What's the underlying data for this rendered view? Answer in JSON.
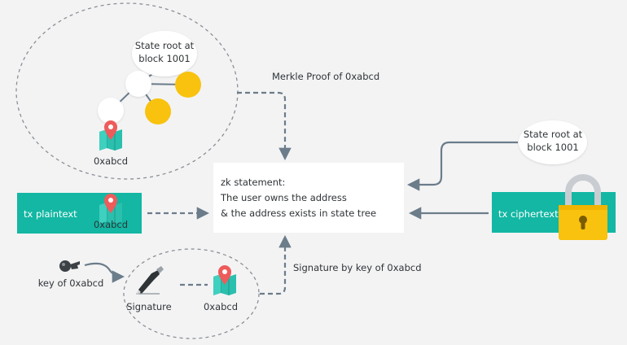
{
  "state_tree": {
    "root_label_line1": "State root at",
    "root_label_line2": "block 1001",
    "leaf_label": "0xabcd"
  },
  "merkle_proof_label": "Merkle Proof of 0xabcd",
  "statement": {
    "line1": "zk statement:",
    "line2": "The user owns the address",
    "line3": "& the address exists in state tree"
  },
  "tx_plaintext": {
    "label": "tx plaintext",
    "address": "0xabcd"
  },
  "tx_ciphertext": {
    "label": "tx ciphertext"
  },
  "state_root_right": {
    "line1": "State root at",
    "line2": "block 1001"
  },
  "key": {
    "label": "key of 0xabcd"
  },
  "signature_group": {
    "signature_label": "Signature",
    "address_label": "0xabcd"
  },
  "signature_by_key_label": "Signature by key of 0xabcd",
  "colors": {
    "teal": "#13b7a3",
    "gold": "#f8c20e",
    "arrow": "#6b7c8a",
    "dash_circle": "#8a8f95",
    "map_teal": "#2bbfae",
    "pin_red": "#ee5b5b"
  },
  "icons": [
    "map-pin-icon",
    "key-icon",
    "pen-icon",
    "padlock-icon"
  ]
}
